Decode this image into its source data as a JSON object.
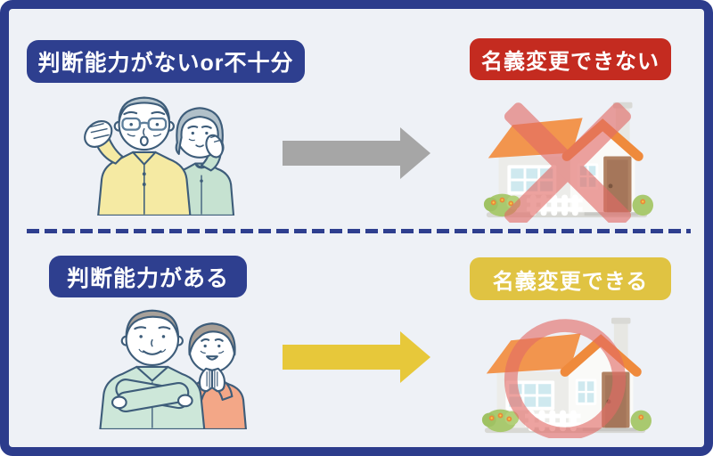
{
  "sections": {
    "top": {
      "condition_label": "判断能力がないor不十分",
      "condition_label_bg": "#2e3f8f",
      "result_label": "名義変更できない",
      "result_label_bg": "#c42b20",
      "arrow_color": "#a6a6a6",
      "couple_illustration": "worried-elderly-couple",
      "house_illustration": "house-crossed-out-x"
    },
    "bottom": {
      "condition_label": "判断能力がある",
      "condition_label_bg": "#2e3f8f",
      "result_label": "名義変更できる",
      "result_label_bg": "#e0c342",
      "arrow_color": "#e7c83a",
      "couple_illustration": "happy-elderly-couple",
      "house_illustration": "house-circled-ok"
    }
  },
  "divider": {
    "style": "dashed",
    "color": "#2e3f8f"
  },
  "colors": {
    "panel_border": "#2c3c8c",
    "panel_background": "#eef1f6",
    "label_text": "#ffffff",
    "mark_red": "#e26a66",
    "house_roof_orange": "#f2924a",
    "house_door_brown": "#a5765a",
    "illustration_outline": "#3e5d7a"
  }
}
